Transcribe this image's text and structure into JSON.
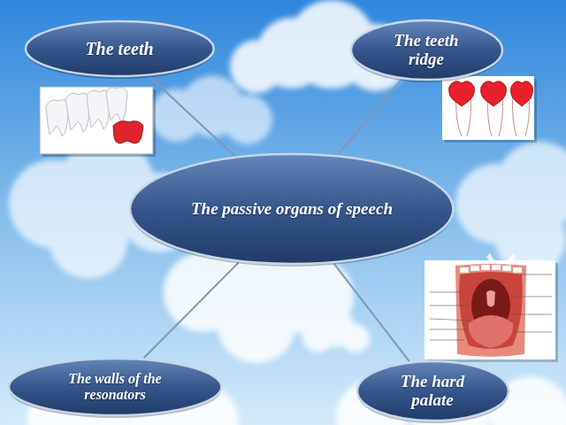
{
  "diagram": {
    "nodes": [
      {
        "text": [
          "The teeth"
        ]
      },
      {
        "text": [
          "The teeth ridge"
        ]
      },
      {
        "text": [
          "The passive organs of speech"
        ]
      },
      {
        "text": [
          "The walls of the resonators"
        ]
      },
      {
        "text": [
          "The hard palate"
        ]
      }
    ],
    "edges": [
      {
        "from": 2,
        "to": 0,
        "arrow": "none"
      },
      {
        "from": 2,
        "to": 1,
        "arrow": "none"
      },
      {
        "from": 2,
        "to": 3,
        "arrow": "none"
      },
      {
        "from": 2,
        "to": 4,
        "arrow": "none"
      }
    ]
  }
}
